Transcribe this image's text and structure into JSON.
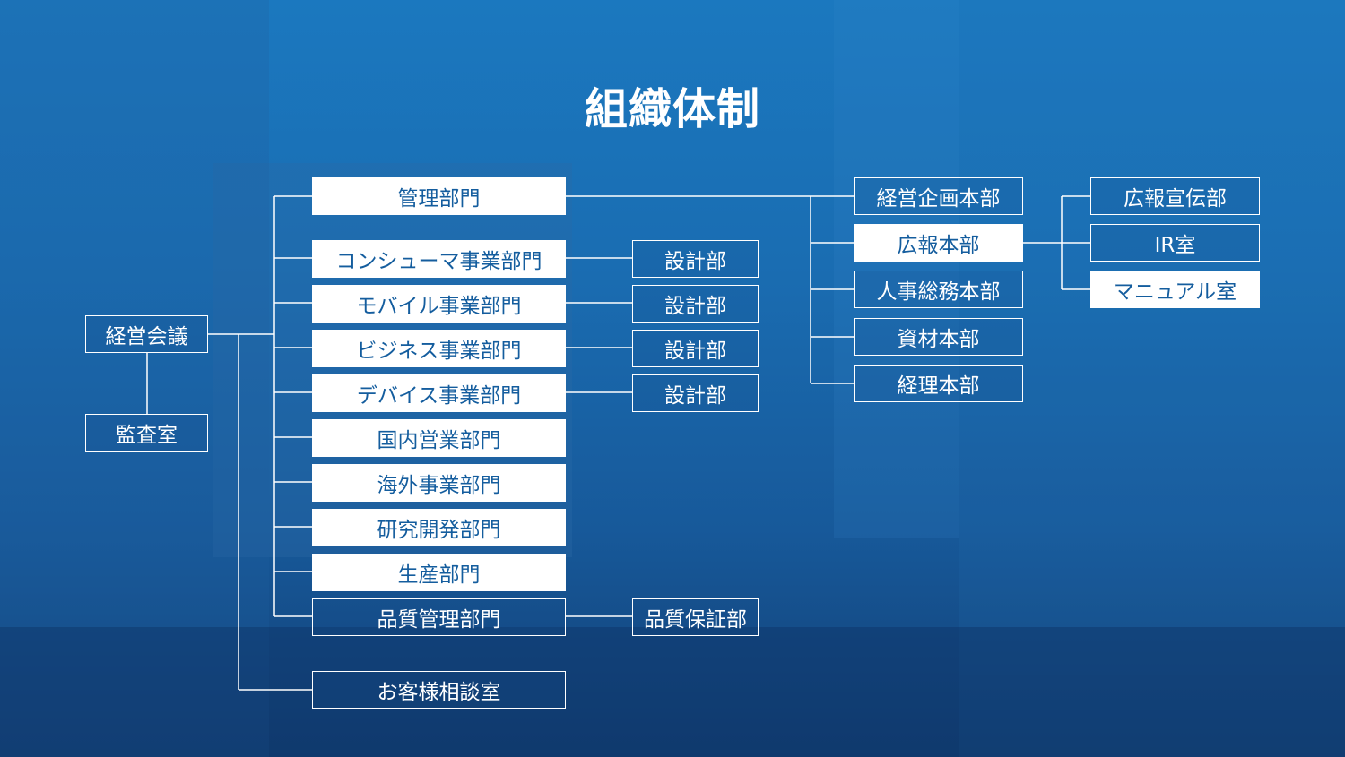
{
  "title": "組織体制",
  "boxes": {
    "keiei_kaigi": "経営会議",
    "kansa": "監査室",
    "kanri": "管理部門",
    "consumer": "コンシューマ事業部門",
    "mobile": "モバイル事業部門",
    "business": "ビジネス事業部門",
    "device": "デバイス事業部門",
    "kokunai": "国内営業部門",
    "kaigai": "海外事業部門",
    "kenkyu": "研究開発部門",
    "seisan": "生産部門",
    "hinshitsu": "品質管理部門",
    "okyaku": "お客様相談室",
    "sekkei1": "設計部",
    "sekkei2": "設計部",
    "sekkei3": "設計部",
    "sekkei4": "設計部",
    "hinshitsu_hosho": "品質保証部",
    "keiei_kikaku": "経営企画本部",
    "koho_honbu": "広報本部",
    "jinji": "人事総務本部",
    "shizai": "資材本部",
    "keiri": "経理本部",
    "koho_senden": "広報宣伝部",
    "ir": "IR室",
    "manual": "マニュアル室"
  },
  "colors": {
    "box_fill": "#ffffff",
    "box_text_dark": "#145d9e",
    "line": "#ffffff"
  }
}
